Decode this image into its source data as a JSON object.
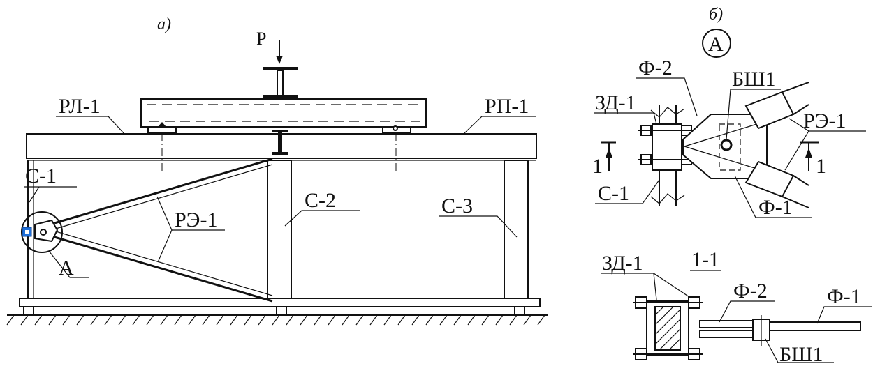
{
  "view_a": {
    "caption": "а)",
    "load": "P",
    "labels": {
      "rl1": "РЛ-1",
      "rp1": "РП-1",
      "c1": "С-1",
      "c2": "С-2",
      "c3": "С-3",
      "re1": "РЭ-1",
      "a": "А"
    }
  },
  "view_b": {
    "caption": "б)",
    "detail": "А",
    "labels": {
      "f2": "Ф-2",
      "bsh1": "БШ1",
      "zd1": "ЗД-1",
      "re1": "РЭ-1",
      "c1": "С-1",
      "f1": "Ф-1",
      "sec_left": "1",
      "sec_right": "1"
    }
  },
  "section": {
    "title": "1-1",
    "labels": {
      "zd1": "ЗД-1",
      "f2": "Ф-2",
      "f1": "Ф-1",
      "bsh1": "БШ1"
    }
  },
  "colors": {
    "line": "#111111",
    "highlight": "#1e6fd9"
  }
}
